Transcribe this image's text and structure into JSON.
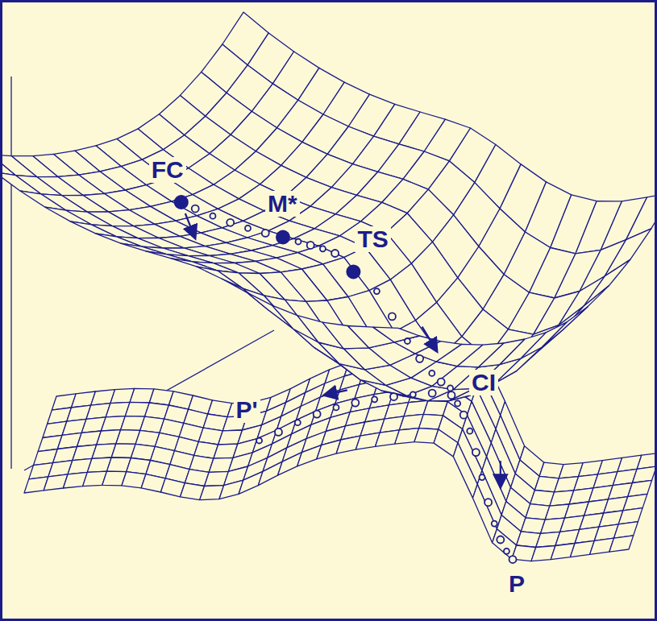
{
  "diagram": {
    "labels": [
      "FC",
      "M*",
      "TS",
      "CI",
      "P'",
      "P"
    ]
  }
}
